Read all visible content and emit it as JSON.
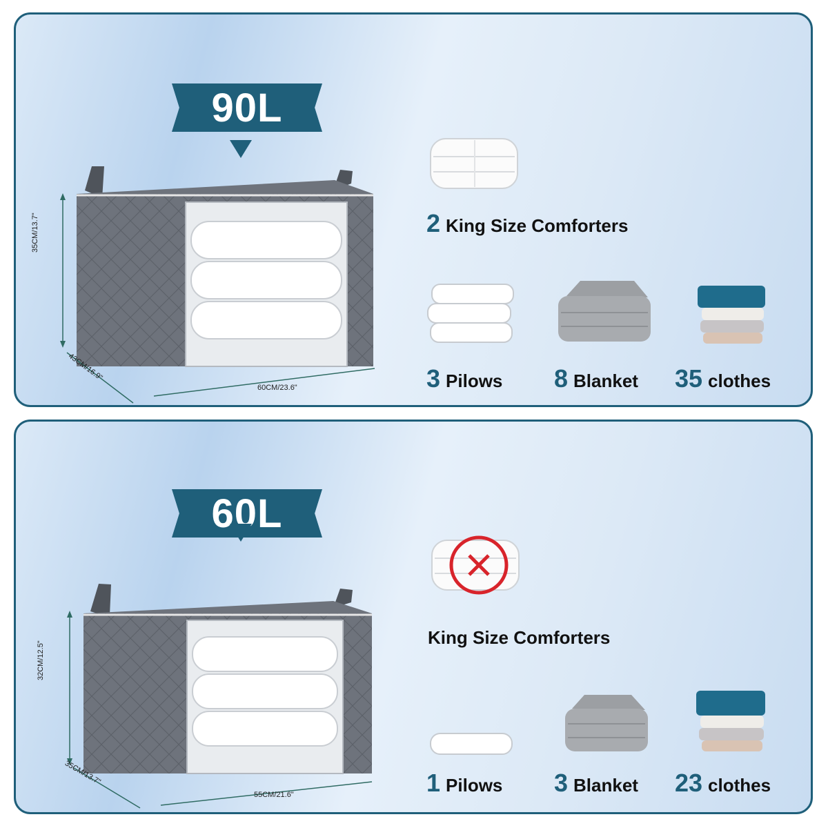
{
  "panels": [
    {
      "capacity": "90L",
      "dims": {
        "height": "35CM/13.7\"",
        "depth": "43CM/16.9\"",
        "width": "60CM/23.6\""
      },
      "comforters": {
        "count": "2",
        "label": "King Size Comforters",
        "allowed": true
      },
      "items": [
        {
          "count": "3",
          "label": "Pilows",
          "icon": "pillow-stack-icon"
        },
        {
          "count": "8",
          "label": "Blanket",
          "icon": "blanket-icon"
        },
        {
          "count": "35",
          "label": "clothes",
          "icon": "clothes-stack-icon"
        }
      ]
    },
    {
      "capacity": "60L",
      "dims": {
        "height": "32CM/12.5\"",
        "depth": "35CM/13.7\"",
        "width": "55CM/21.6\""
      },
      "comforters": {
        "count": "",
        "label": "King Size Comforters",
        "allowed": false
      },
      "items": [
        {
          "count": "1",
          "label": "Pilows",
          "icon": "pillow-icon"
        },
        {
          "count": "3",
          "label": "Blanket",
          "icon": "blanket-icon"
        },
        {
          "count": "23",
          "label": "clothes",
          "icon": "clothes-stack-icon"
        }
      ]
    }
  ],
  "colors": {
    "accent": "#1f5f7a",
    "box": "#6e737c",
    "cross": "#d8242b"
  }
}
